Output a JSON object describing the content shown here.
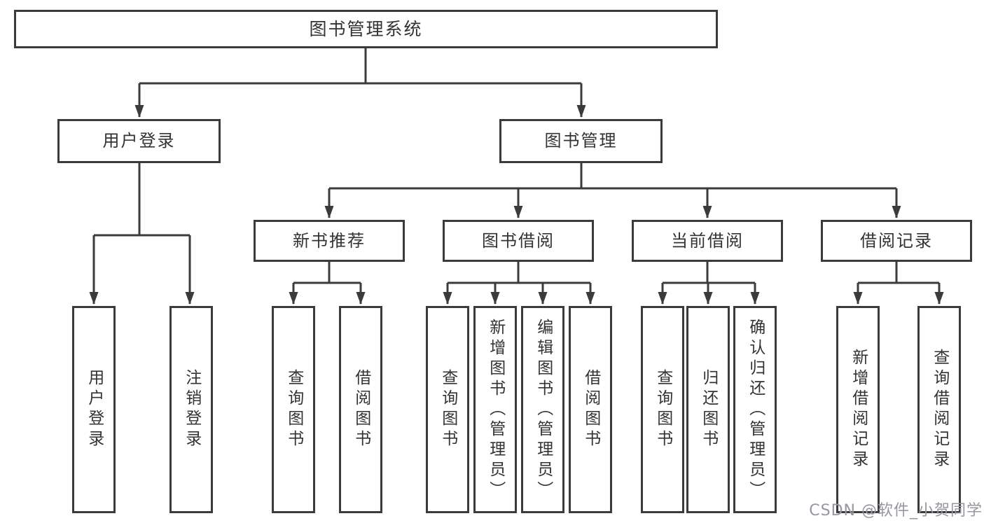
{
  "colors": {
    "line": "#3b3b3b",
    "box_border": "#3b3b3b",
    "text": "#333333",
    "watermark_text": "#97979f",
    "background": "#ffffff"
  },
  "diagram": {
    "root": {
      "label": "图书管理系统"
    },
    "level2": [
      {
        "label": "用户登录"
      },
      {
        "label": "图书管理"
      }
    ],
    "level3": [
      {
        "label": "新书推荐"
      },
      {
        "label": "图书借阅"
      },
      {
        "label": "当前借阅"
      },
      {
        "label": "借阅记录"
      }
    ],
    "leaves": {
      "user_login": [
        "用户登录",
        "注销登录"
      ],
      "new_book_recommend": [
        "查询图书",
        "借阅图书"
      ],
      "book_borrow": [
        "查询图书",
        "新增图书（管理员）",
        "编辑图书（管理员）",
        "借阅图书"
      ],
      "current_borrow": [
        "查询图书",
        "归还图书",
        "确认归还（管理员）"
      ],
      "borrow_records": [
        "新增借阅记录",
        "查询借阅记录"
      ]
    }
  },
  "watermark": {
    "text": "CSDN @软件_小贺同学"
  }
}
